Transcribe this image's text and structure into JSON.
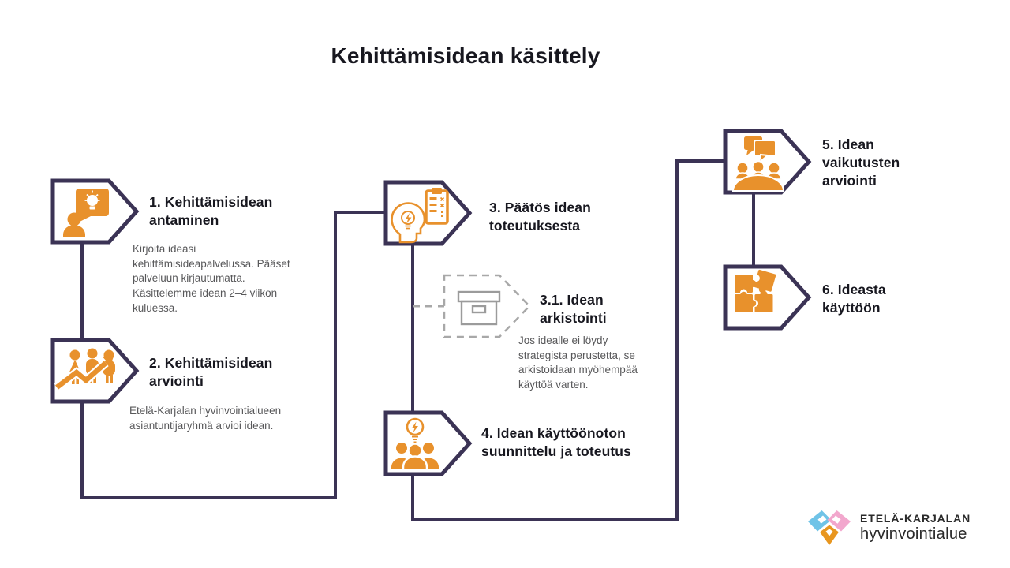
{
  "title": "Kehittämisidean käsittely",
  "colors": {
    "accent": "#E8912C",
    "outline": "#3B3355",
    "dashed_outline": "#A8A8A8",
    "title_text": "#17171F",
    "body_text": "#58585A"
  },
  "steps": [
    {
      "id": "1",
      "icon": "person-idea-speech-bubble-icon",
      "title": "1. Kehittämisidean\nantaminen",
      "description": "Kirjoita ideasi\nkehittämisideapalvelussa. Pääset\npalveluun kirjautumatta.\nKäsittelemme idean 2–4 viikon\nkuluessa."
    },
    {
      "id": "2",
      "icon": "people-growth-arrow-icon",
      "title": "2. Kehittämisidean\narviointi",
      "description": "Etelä-Karjalan hyvinvointialueen\nasiantuntijaryhmä arvioi idean."
    },
    {
      "id": "3",
      "icon": "head-lightbulb-checklist-icon",
      "title": "3. Päätös idean\ntoteutuksesta",
      "description": ""
    },
    {
      "id": "3.1",
      "icon": "archive-box-icon",
      "title": "3.1. Idean\narkistointi",
      "description": "Jos idealle ei löydy\nstrategista perustetta, se\narkistoidaan myöhempää\nkäyttöä varten."
    },
    {
      "id": "4",
      "icon": "team-lightbulb-icon",
      "title": "4. Idean käyttöönoton\nsuunnittelu ja toteutus",
      "description": ""
    },
    {
      "id": "5",
      "icon": "meeting-speech-bubbles-icon",
      "title": "5. Idean\nvaikutusten\narviointi",
      "description": ""
    },
    {
      "id": "6",
      "icon": "puzzle-pieces-icon",
      "title": "6. Ideasta\nkäyttöön",
      "description": ""
    }
  ],
  "logo": {
    "org_name": "ETELÄ-KARJALAN",
    "org_descriptor": "hyvinvointialue"
  }
}
